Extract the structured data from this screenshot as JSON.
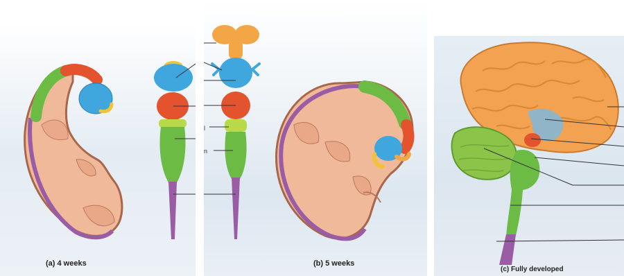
{
  "captions": {
    "a": "(a) 4 weeks",
    "b": "(b) 5 weeks",
    "c": "(c) Fully developed"
  },
  "label_fragments": {
    "b_row4": "l",
    "b_row5": "n"
  },
  "colors": {
    "skin": "#f0b99a",
    "skin_outline": "#a8664a",
    "forebrain_orange": "#f3a646",
    "forebrain_blue": "#3fa6de",
    "midbrain_red": "#e2532e",
    "hindbrain_green": "#6cbb45",
    "hindbrain_lime": "#b7d94a",
    "spinal_purple": "#9a5ca5",
    "yellow": "#f2c23a",
    "cerebrum": "#f2a250",
    "cerebellum": "#8cc44a",
    "leader_line": "#333333"
  }
}
